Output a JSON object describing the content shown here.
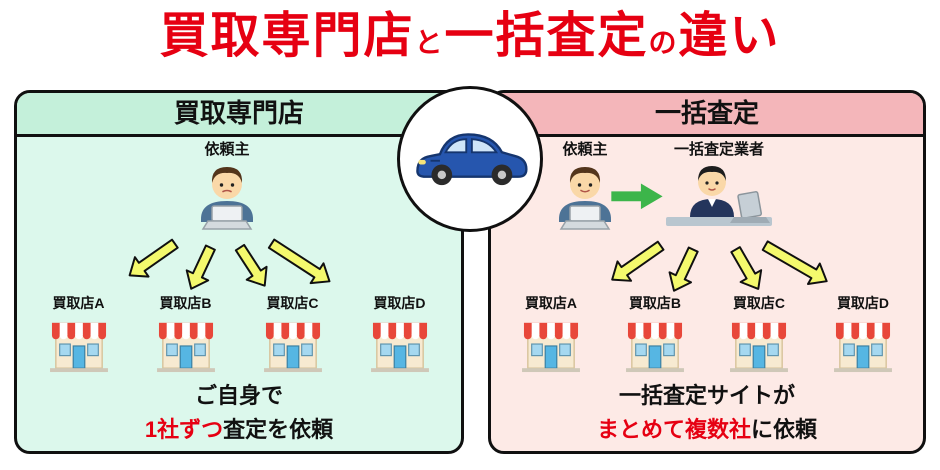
{
  "title": {
    "part1": "買取専門店",
    "part2": "と",
    "part3": "一括査定",
    "part4": "の",
    "part5": "違い",
    "color": "#e60012"
  },
  "left_panel": {
    "header": "買取専門店",
    "requester_label": "依頼主",
    "stores": [
      "買取店A",
      "買取店B",
      "買取店C",
      "買取店D"
    ],
    "caption_line1": "ご自身で",
    "caption_highlight": "1社ずつ",
    "caption_suffix": "査定を依頼",
    "background": "#dcf8ec",
    "header_background": "#c4f0da"
  },
  "right_panel": {
    "header": "一括査定",
    "requester_label": "依頼主",
    "agent_label": "一括査定業者",
    "stores": [
      "買取店A",
      "買取店B",
      "買取店C",
      "買取店D"
    ],
    "caption_line1": "一括査定サイトが",
    "caption_highlight": "まとめて複数社",
    "caption_suffix": "に依頼",
    "background": "#fdeae6",
    "header_background": "#f4b6ba"
  },
  "icons": {
    "car": "car-icon",
    "requester": "person-with-laptop-icon",
    "agent": "agent-at-desk-icon",
    "store": "storefront-icon",
    "yellow_arrow": "yellow-arrow-icon",
    "green_arrow": "green-arrow-icon"
  },
  "colors": {
    "highlight_red": "#e60012",
    "arrow_yellow": "#f4f96d",
    "arrow_green": "#3cb54a",
    "panel_border": "#101010"
  }
}
